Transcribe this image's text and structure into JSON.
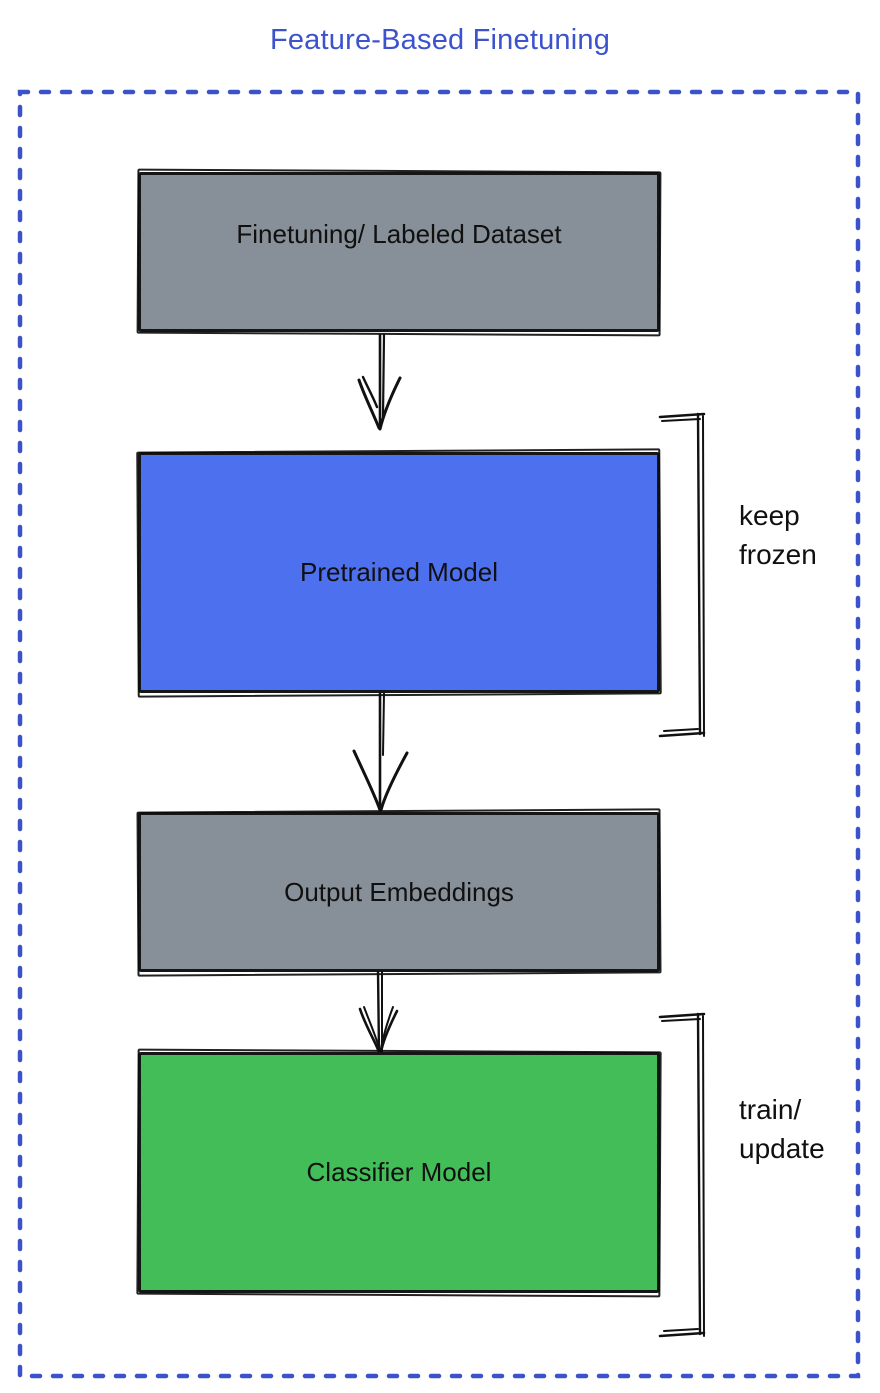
{
  "title": "Feature-Based Finetuning",
  "colors": {
    "title_blue": "#3d53cd",
    "frame_dotted_blue": "#3b52cb",
    "sketch_stroke": "#141414",
    "node_gray": "#878f98",
    "node_blue": "#4d70ee",
    "node_green": "#43bd58"
  },
  "nodes": [
    {
      "label": "Finetuning/ Labeled Dataset",
      "fill": "#878f98"
    },
    {
      "label": "Pretrained Model",
      "fill": "#4d70ee"
    },
    {
      "label": "Output Embeddings",
      "fill": "#878f98"
    },
    {
      "label": "Classifier Model",
      "fill": "#43bd58"
    }
  ],
  "annotations": [
    {
      "line1": "keep",
      "line2": "frozen"
    },
    {
      "line1": "train/",
      "line2": "update"
    }
  ]
}
